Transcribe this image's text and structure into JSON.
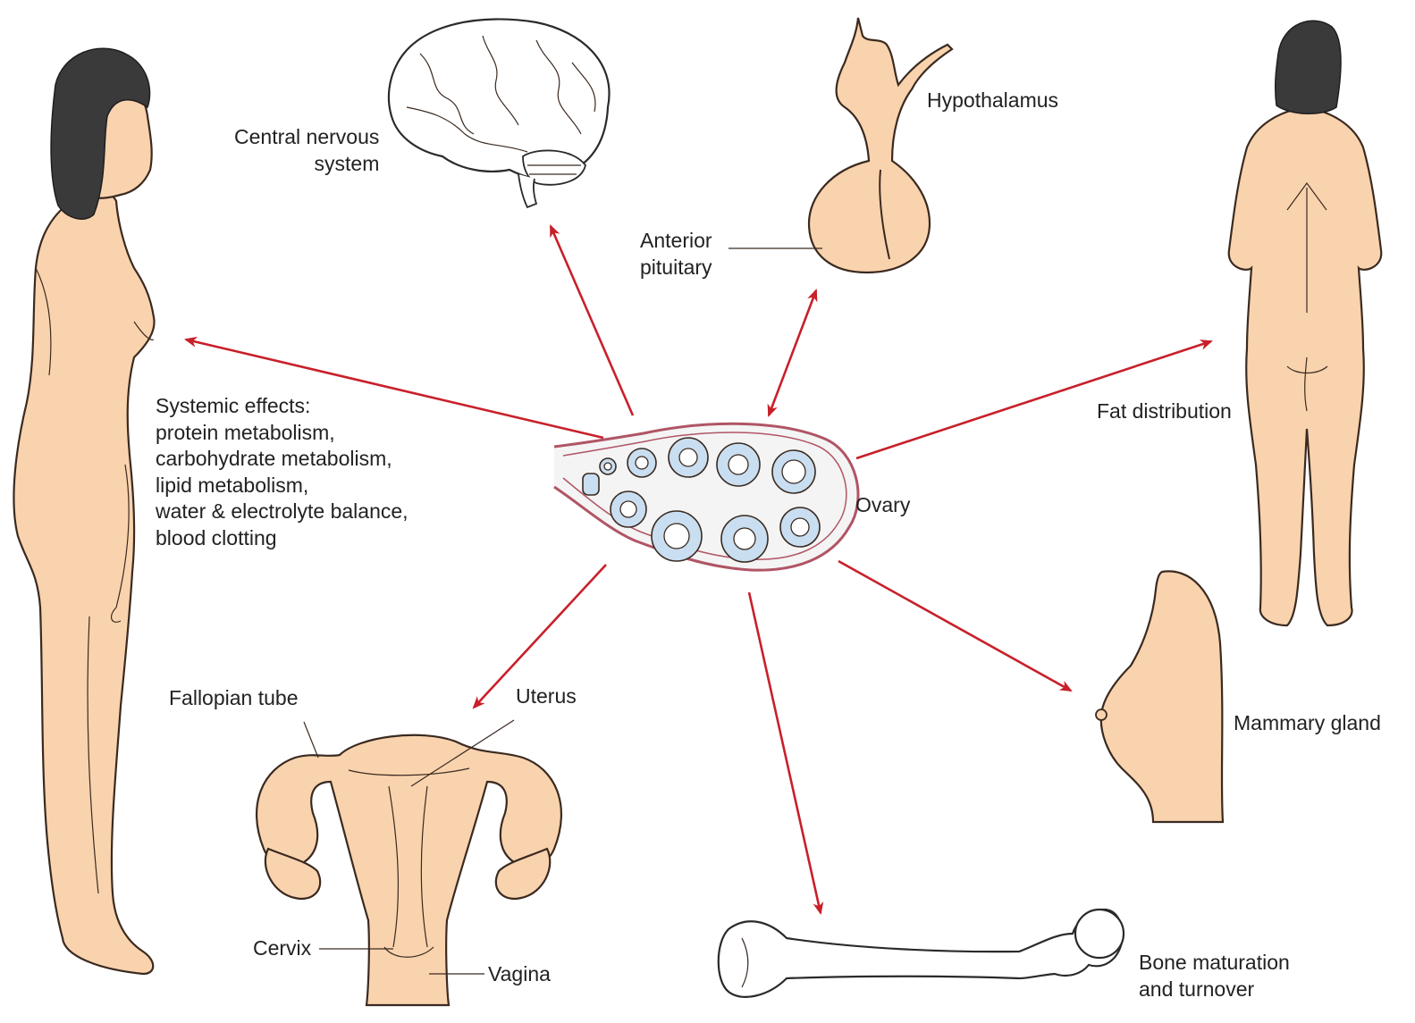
{
  "labels": {
    "cns": "Central nervous\nsystem",
    "hypothalamus": "Hypothalamus",
    "anterior_pituitary": "Anterior\npituitary",
    "systemic_effects": "Systemic effects:\nprotein metabolism,\ncarbohydrate metabolism,\nlipid metabolism,\nwater & electrolyte balance,\nblood clotting",
    "fat_distribution": "Fat distribution",
    "ovary": "Ovary",
    "fallopian_tube": "Fallopian tube",
    "uterus": "Uterus",
    "cervix": "Cervix",
    "vagina": "Vagina",
    "mammary_gland": "Mammary gland",
    "bone": "Bone maturation\nand turnover"
  },
  "colors": {
    "arrow": "#c8202a",
    "skin": "#f9d3ae",
    "follicle": "#c9def0",
    "hair": "#3a3a3a"
  }
}
